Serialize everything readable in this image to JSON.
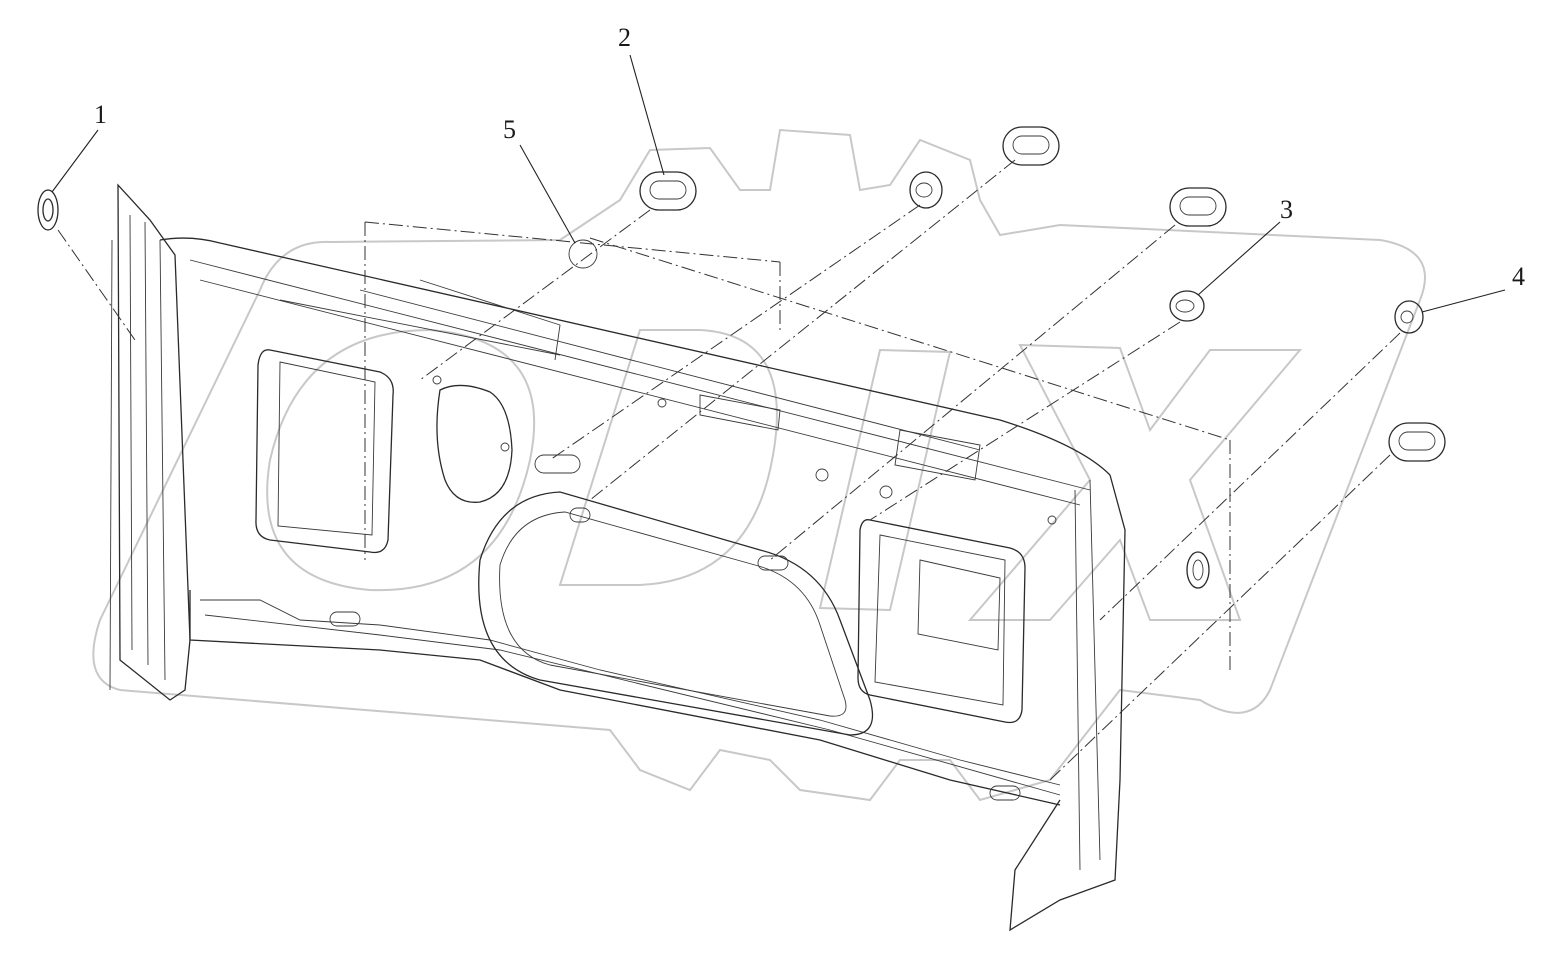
{
  "diagram": {
    "callouts": [
      {
        "id": "1",
        "label": "1"
      },
      {
        "id": "2",
        "label": "2"
      },
      {
        "id": "3",
        "label": "3"
      },
      {
        "id": "4",
        "label": "4"
      },
      {
        "id": "5",
        "label": "5"
      }
    ],
    "watermark_text": "ODIX",
    "colors": {
      "line": "#2a2a2a",
      "watermark": "#c8c8c8",
      "background": "#ffffff"
    }
  }
}
